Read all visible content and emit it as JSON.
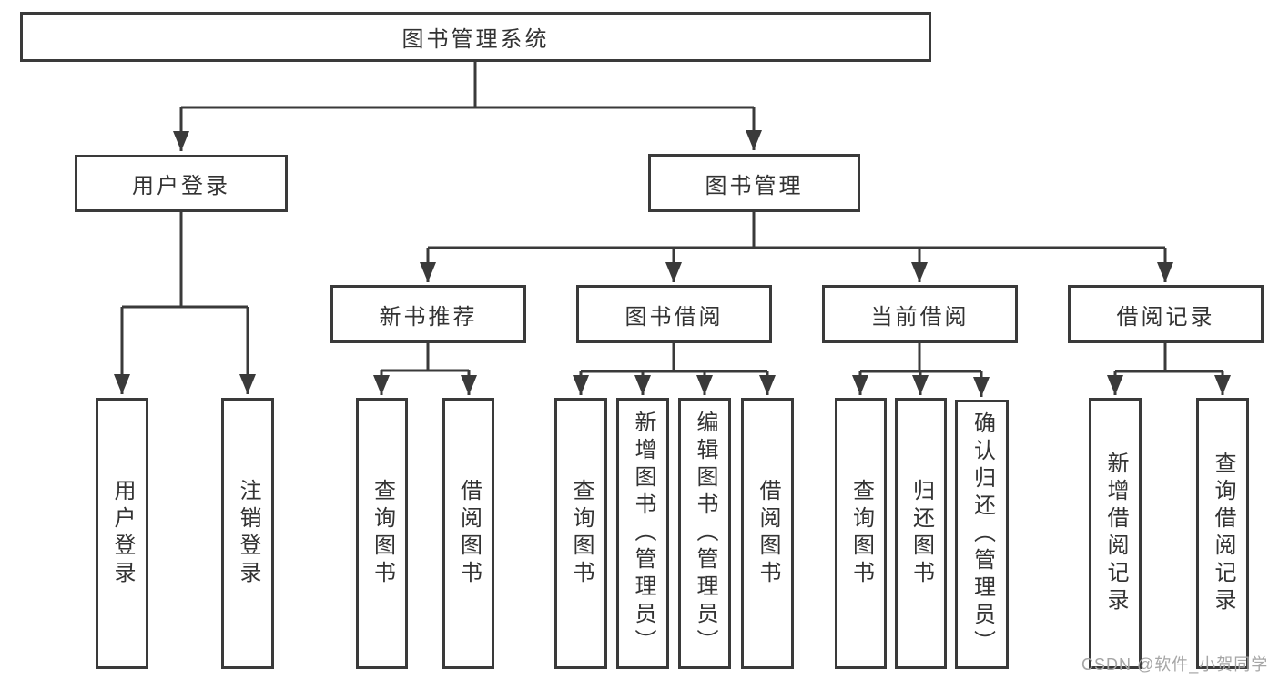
{
  "diagram_title": "图书管理系统",
  "tree": {
    "root": {
      "label": "图书管理系统"
    },
    "branches": [
      {
        "label": "用户登录",
        "children": [
          {
            "label": "用户登录"
          },
          {
            "label": "注销登录"
          }
        ]
      },
      {
        "label": "图书管理",
        "children": [
          {
            "label": "新书推荐",
            "children": [
              {
                "label": "查询图书"
              },
              {
                "label": "借阅图书"
              }
            ]
          },
          {
            "label": "图书借阅",
            "children": [
              {
                "label": "查询图书"
              },
              {
                "label": "新增图书（管理员）"
              },
              {
                "label": "编辑图书（管理员）"
              },
              {
                "label": "借阅图书"
              }
            ]
          },
          {
            "label": "当前借阅",
            "children": [
              {
                "label": "查询图书"
              },
              {
                "label": "归还图书"
              },
              {
                "label": "确认归还（管理员）"
              }
            ]
          },
          {
            "label": "借阅记录",
            "children": [
              {
                "label": "新增借阅记录"
              },
              {
                "label": "查询借阅记录"
              }
            ]
          }
        ]
      }
    ]
  },
  "watermark": {
    "text": "CSDN @软件_小贺同学"
  },
  "colors": {
    "line": "#3a3a3a",
    "text": "#333333",
    "box_background": "#ffffff",
    "watermark": "#a6a6a6"
  }
}
